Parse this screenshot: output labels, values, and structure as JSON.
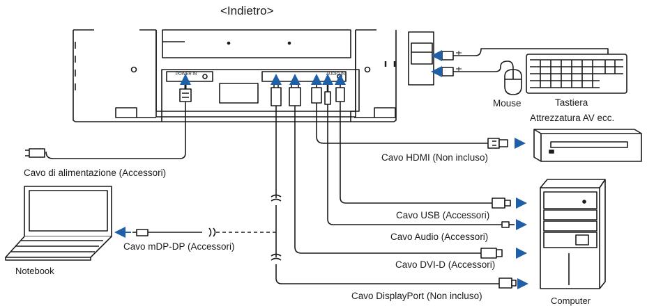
{
  "title": "<Indietro>",
  "colors": {
    "line": "#1a1a1a",
    "arrow": "#1f5fa8",
    "fill_light": "#ffffff",
    "fill_gray": "#d9d9d9"
  },
  "devices": {
    "keyboard": "Tastiera",
    "mouse": "Mouse",
    "av_equipment": "Attrezzatura AV ecc.",
    "notebook": "Notebook",
    "computer": "Computer"
  },
  "cables": {
    "power": "Cavo di alimentazione (Accessori)",
    "hdmi": "Cavo HDMI (Non incluso)",
    "usb": "Cavo USB (Accessori)",
    "audio": "Cavo Audio (Accessori)",
    "dvi": "Cavo DVI-D (Accessori)",
    "displayport": "Cavo DisplayPort (Non incluso)",
    "mdp": "Cavo mDP-DP (Accessori)"
  },
  "monitor_labels": {
    "power_in": "POWER IN",
    "audio": "AUDIO IN"
  },
  "icons": [
    "usb-icon",
    "usb-icon",
    "laptop-icon",
    "tower-pc-icon",
    "av-deck-icon",
    "keyboard-icon",
    "mouse-icon"
  ]
}
